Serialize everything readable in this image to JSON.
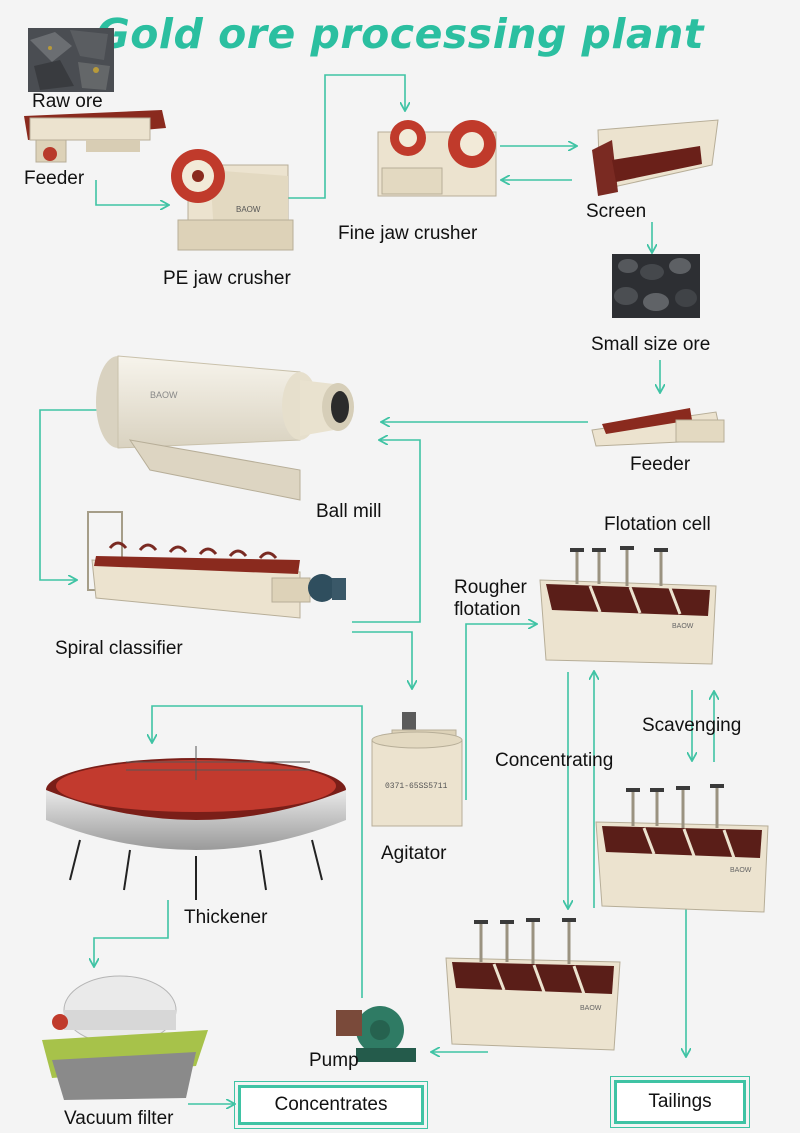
{
  "title": "Gold ore processing plant",
  "labels": {
    "raw_ore": "Raw ore",
    "feeder_top": "Feeder",
    "pe_jaw_crusher": "PE jaw crusher",
    "fine_jaw_crusher": "Fine jaw crusher",
    "screen": "Screen",
    "small_size_ore": "Small size ore",
    "feeder_mid": "Feeder",
    "ball_mill": "Ball mill",
    "spiral_classifier": "Spiral classifier",
    "flotation_cell": "Flotation cell",
    "rougher_flotation": "Rougher\nflotation",
    "scavenging": "Scavenging",
    "concentrating": "Concentrating",
    "agitator": "Agitator",
    "thickener": "Thickener",
    "pump": "Pump",
    "vacuum_filter": "Vacuum filter",
    "concentrates": "Concentrates",
    "tailings": "Tailings"
  },
  "colors": {
    "accent": "#3fc3a4",
    "title": "#2bbfa0",
    "machine_body": "#ece3cf",
    "machine_red": "#c03a2b",
    "cell_interior": "#5a1e18",
    "pump_green": "#2f7b64",
    "ore": "#3d3f42"
  }
}
